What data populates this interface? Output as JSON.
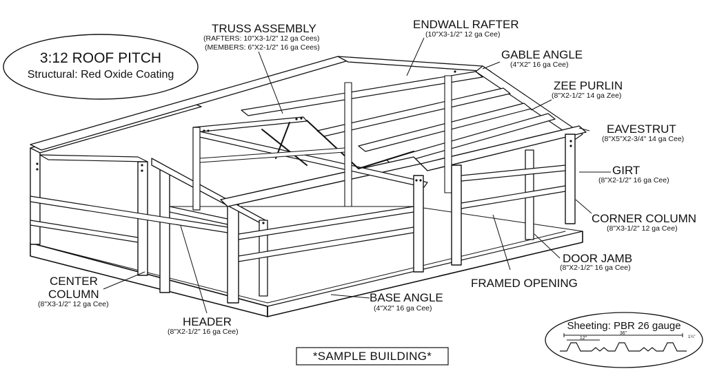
{
  "title_oval": {
    "pitch": "3:12 ROOF PITCH",
    "coating": "Structural: Red Oxide Coating"
  },
  "labels": {
    "truss": {
      "name": "TRUSS ASSEMBLY",
      "spec1": "(RAFTERS: 10\"X3-1/2\" 12 ga Cees)",
      "spec2": "(MEMBERS: 6\"X2-1/2\" 16 ga Cees)"
    },
    "endwall_rafter": {
      "name": "ENDWALL RAFTER",
      "spec": "(10\"X3-1/2\" 12 ga Cee)"
    },
    "gable_angle": {
      "name": "GABLE ANGLE",
      "spec": "(4\"X2\" 16 ga Cee)"
    },
    "zee_purlin": {
      "name": "ZEE PURLIN",
      "spec": "(8\"X2-1/2\" 14 ga Zee)"
    },
    "eavestrut": {
      "name": "EAVESTRUT",
      "spec": "(8\"X5\"X2-3/4\" 14 ga Cee)"
    },
    "girt": {
      "name": "GIRT",
      "spec": "(8\"X2-1/2\" 16 ga Cee)"
    },
    "corner_column": {
      "name": "CORNER COLUMN",
      "spec": "(8\"X3-1/2\" 12 ga Cee)"
    },
    "door_jamb": {
      "name": "DOOR JAMB",
      "spec": "(8\"X2-1/2\" 16 ga Cee)"
    },
    "framed_opening": {
      "name": "FRAMED OPENING"
    },
    "base_angle": {
      "name": "BASE ANGLE",
      "spec": "(4\"X2\" 16 ga Cee)"
    },
    "center_column": {
      "name1": "CENTER",
      "name2": "COLUMN",
      "spec": "(8\"X3-1/2\" 12 ga Cee)"
    },
    "header": {
      "name": "HEADER",
      "spec": "(8\"X2-1/2\" 16 ga Cee)"
    }
  },
  "sheeting": {
    "title": "Sheeting: PBR 26 gauge",
    "dim_total": "36\"",
    "dim_rib": "12\"",
    "dim_height": "1¼\""
  },
  "sample_text": "*SAMPLE BUILDING*"
}
